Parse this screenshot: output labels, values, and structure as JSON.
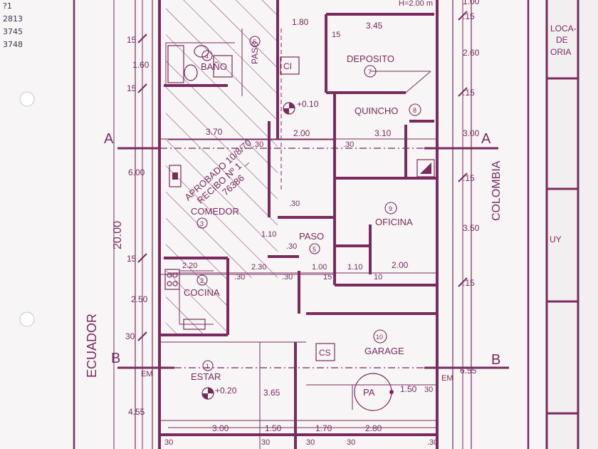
{
  "colors": {
    "ink": "#7a2a5e",
    "paper": "#f7f5f6",
    "hatch": "#8a3d6e",
    "pencil": "#3a3550"
  },
  "handwritten_note": [
    "?1",
    "2813",
    "3745",
    "3748"
  ],
  "streets": {
    "left": "ECUADOR",
    "right": "COLOMBIA"
  },
  "section_marks": {
    "a": "A",
    "b": "B"
  },
  "approval_stamp": [
    "APROBADO 10/8/70",
    "RECIBO Nº 1 _",
    "76386"
  ],
  "rooms": [
    {
      "number": "1",
      "name": "ESTAR"
    },
    {
      "number": "2",
      "name": "COCINA"
    },
    {
      "number": "3",
      "name": "COMEDOR"
    },
    {
      "number": "4",
      "name": "BAÑO"
    },
    {
      "number": "5",
      "name": "PASO"
    },
    {
      "number": "5",
      "name": "PASO"
    },
    {
      "number": "7",
      "name": "DEPOSITO"
    },
    {
      "number": "8",
      "name": "QUINCHO"
    },
    {
      "number": "9",
      "name": "OFICINA"
    },
    {
      "number": "10",
      "name": "GARAGE"
    }
  ],
  "boxes": {
    "ci": "CI",
    "cs": "CS",
    "pa": "PA"
  },
  "levels": {
    "upper": "+0.10",
    "lower": "+0.20"
  },
  "em_labels": [
    "EM",
    "EM"
  ],
  "top_partial": "H=2.00 m",
  "dimensions": {
    "left_total": "20.00",
    "left": [
      "15",
      "1.60",
      "15",
      "6.00",
      "15",
      "2.50",
      "30",
      "4.55"
    ],
    "right": [
      "1.00",
      ".15",
      "2.60",
      ".15",
      "3.00",
      ".15",
      "3.50",
      ".15",
      "6.55"
    ],
    "horizontal": [
      "1.80",
      "3.45",
      "15",
      "3.70",
      "2.00",
      "3.10",
      ".30",
      ".30",
      ".30",
      "1.10",
      ".30",
      "2.20",
      ".30",
      "2.30",
      ".30",
      "1.00",
      "1.10",
      "2.00",
      "15",
      "10",
      "3.65",
      "1.50",
      "3.00",
      "1.50",
      "1.70",
      "2.80",
      "30",
      "30",
      "30",
      "30",
      "30",
      ".30"
    ]
  },
  "right_sheet": {
    "heading": [
      "LOCA-",
      "DE",
      "ORIA"
    ],
    "row": "UY"
  }
}
